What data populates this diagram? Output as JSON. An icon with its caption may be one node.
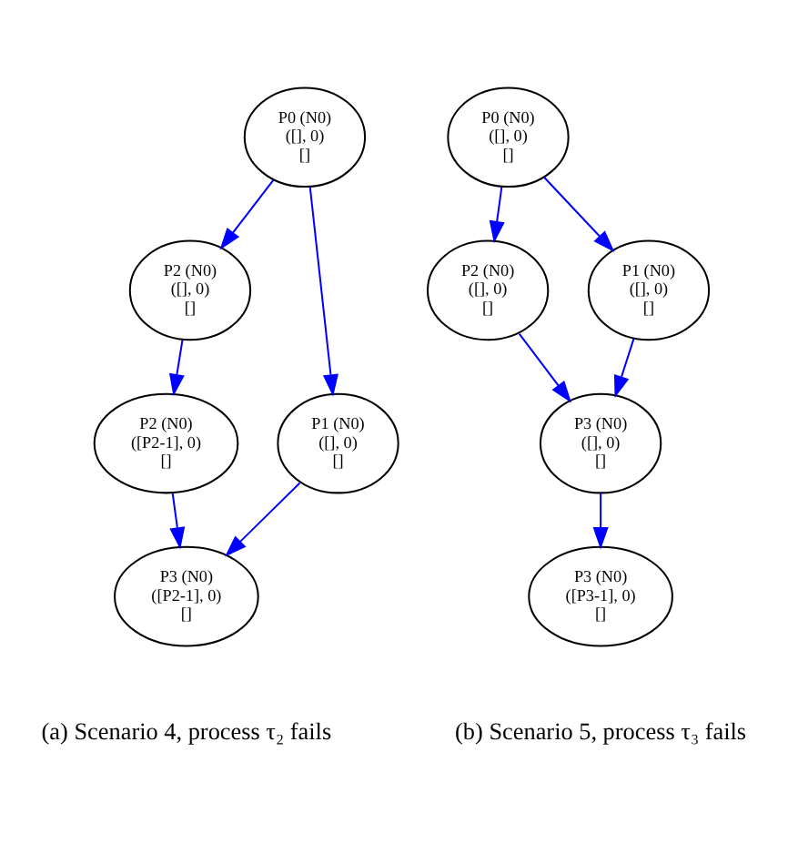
{
  "diagram": {
    "nodes": [
      {
        "text": [
          "P0 (N0)",
          "([], 0)",
          "[]"
        ]
      },
      {
        "text": [
          "P2 (N0)",
          "([], 0)",
          "[]"
        ]
      },
      {
        "text": [
          "P1 (N0)",
          "([], 0)",
          "[]"
        ]
      },
      {
        "text": [
          "P2 (N0)",
          "([P2-1], 0)",
          "[]"
        ]
      },
      {
        "text": [
          "P3 (N0)",
          "([P2-1], 0)",
          "[]"
        ]
      },
      {
        "text": [
          "P0 (N0)",
          "([], 0)",
          "[]"
        ]
      },
      {
        "text": [
          "P2 (N0)",
          "([], 0)",
          "[]"
        ]
      },
      {
        "text": [
          "P1 (N0)",
          "([], 0)",
          "[]"
        ]
      },
      {
        "text": [
          "P3 (N0)",
          "([], 0)",
          "[]"
        ]
      },
      {
        "text": [
          "P3 (N0)",
          "([P3-1], 0)",
          "[]"
        ]
      }
    ],
    "edges": [
      {
        "from": 0,
        "to": 1,
        "arrow": "to"
      },
      {
        "from": 0,
        "to": 2,
        "arrow": "to"
      },
      {
        "from": 1,
        "to": 3,
        "arrow": "to"
      },
      {
        "from": 2,
        "to": 4,
        "arrow": "to"
      },
      {
        "from": 3,
        "to": 4,
        "arrow": "to"
      },
      {
        "from": 5,
        "to": 6,
        "arrow": "to"
      },
      {
        "from": 5,
        "to": 7,
        "arrow": "to"
      },
      {
        "from": 6,
        "to": 8,
        "arrow": "to"
      },
      {
        "from": 7,
        "to": 8,
        "arrow": "to"
      },
      {
        "from": 8,
        "to": 9,
        "arrow": "to"
      }
    ],
    "labels": [
      "(a) Scenario 4, process τ₂ fails",
      "(b) Scenario 5, process τ₃ fails"
    ]
  }
}
